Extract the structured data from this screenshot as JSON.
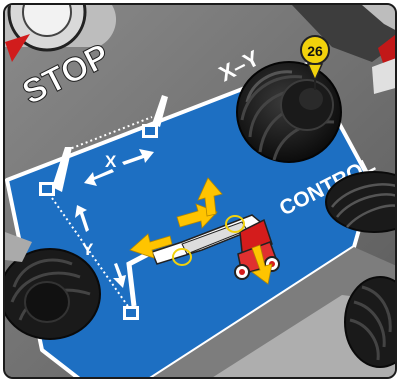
{
  "panel": {
    "stop_label": "STOP",
    "xy_label": "X–Y",
    "control_label": "CONTROL",
    "x_axis_label": "X",
    "y_axis_label": "Y",
    "callout_number": "26"
  },
  "colors": {
    "panel_blue": "#1d6fc2",
    "arrow_yellow": "#ffc400",
    "callout_yellow": "#f2d20c",
    "machine_red": "#d41c1c",
    "housing_gray": "#6f6f6f",
    "joystick_black": "#141414"
  },
  "icons": [
    "stop-button-icon",
    "xy-joystick-icon",
    "boom-lift-diagram-icon",
    "direction-arrow-icon",
    "callout-marker-icon"
  ]
}
